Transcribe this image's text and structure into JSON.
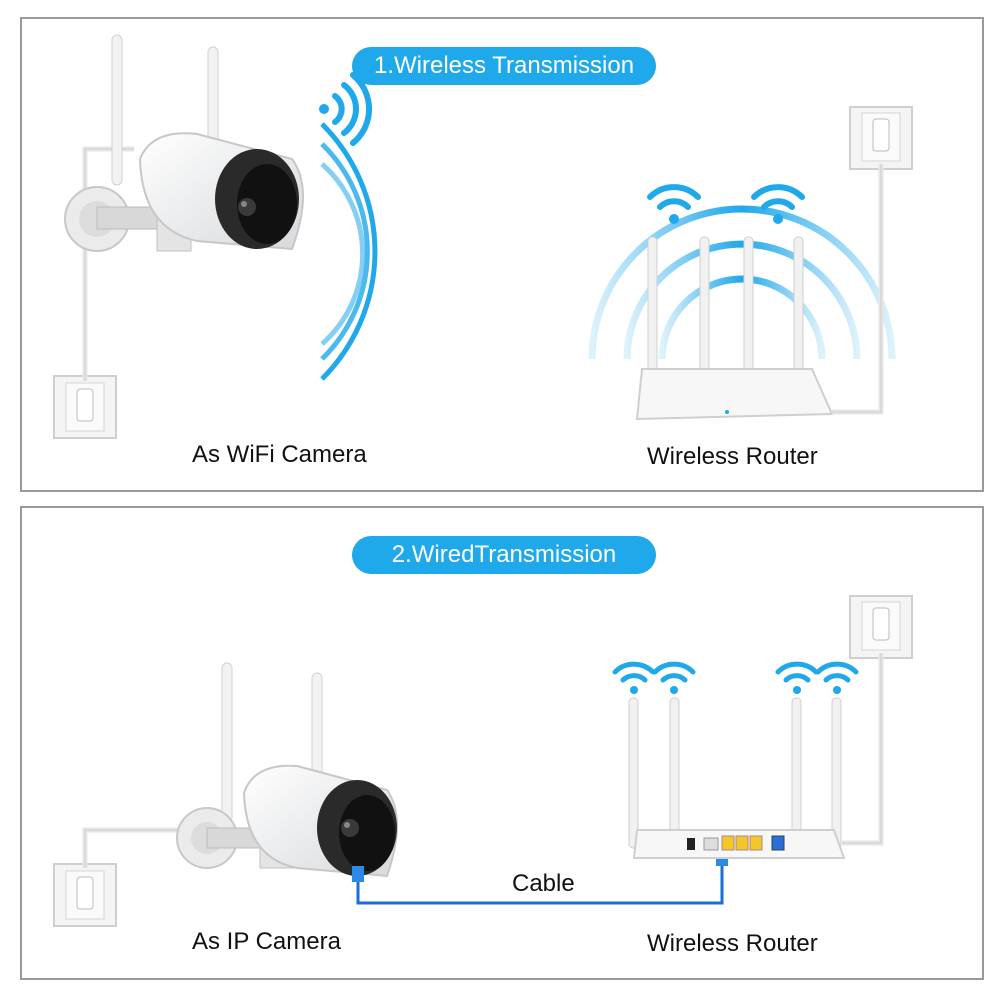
{
  "sections": [
    {
      "title": "1.Wireless Transmission",
      "device_label": "As WiFi Camera",
      "router_label": "Wireless Router"
    },
    {
      "title": "2.WiredTransmission",
      "device_label": "As IP Camera",
      "router_label": "Wireless Router",
      "cable_label": "Cable"
    }
  ],
  "colors": {
    "accent": "#1fa8ea",
    "border": "#9a9a9a",
    "cable": "#1a6fd6"
  }
}
